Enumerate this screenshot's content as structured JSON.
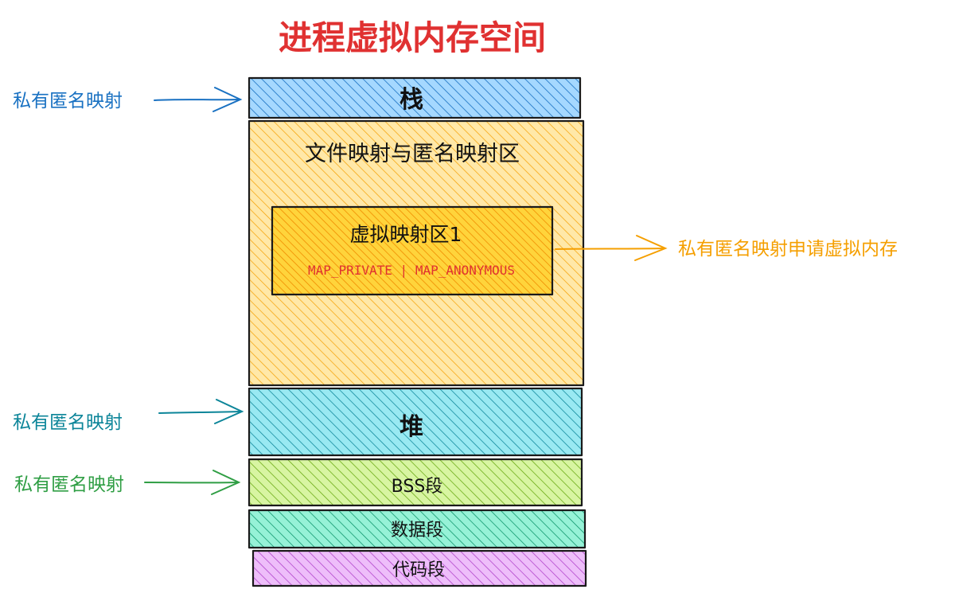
{
  "title": "进程虚拟内存空间",
  "segments": {
    "stack": "栈",
    "mmap_region": "文件映射与匿名映射区",
    "virtual_area": "虚拟映射区1",
    "flags": "MAP_PRIVATE | MAP_ANONYMOUS",
    "heap": "堆",
    "bss": "BSS段",
    "data": "数据段",
    "code": "代码段"
  },
  "annotations": {
    "stack_label": "私有匿名映射",
    "mmap_label": "私有匿名映射申请虚拟内存",
    "heap_label": "私有匿名映射",
    "bss_label": "私有匿名映射"
  },
  "colors": {
    "title": "#e03131",
    "stack": "#1971c2",
    "mmap": "#f59f00",
    "heap": "#0c8599",
    "bss": "#2f9e44",
    "data": "#12b886",
    "code": "#ae3ec9",
    "flags": "#e03131"
  }
}
